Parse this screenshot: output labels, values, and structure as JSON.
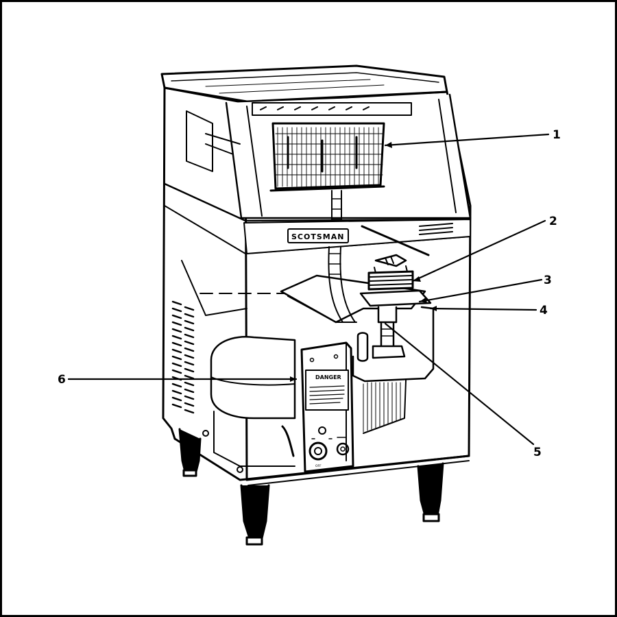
{
  "figure": {
    "brand_label": "SCOTSMAN",
    "warning_label": "DANGER",
    "switch_label": "OFF",
    "callouts": [
      {
        "id": "callout-1",
        "number": "1"
      },
      {
        "id": "callout-2",
        "number": "2"
      },
      {
        "id": "callout-3",
        "number": "3"
      },
      {
        "id": "callout-4",
        "number": "4"
      },
      {
        "id": "callout-5",
        "number": "5"
      },
      {
        "id": "callout-6",
        "number": "6"
      }
    ]
  },
  "colors": {
    "ink": "#000000",
    "paper": "#ffffff"
  }
}
